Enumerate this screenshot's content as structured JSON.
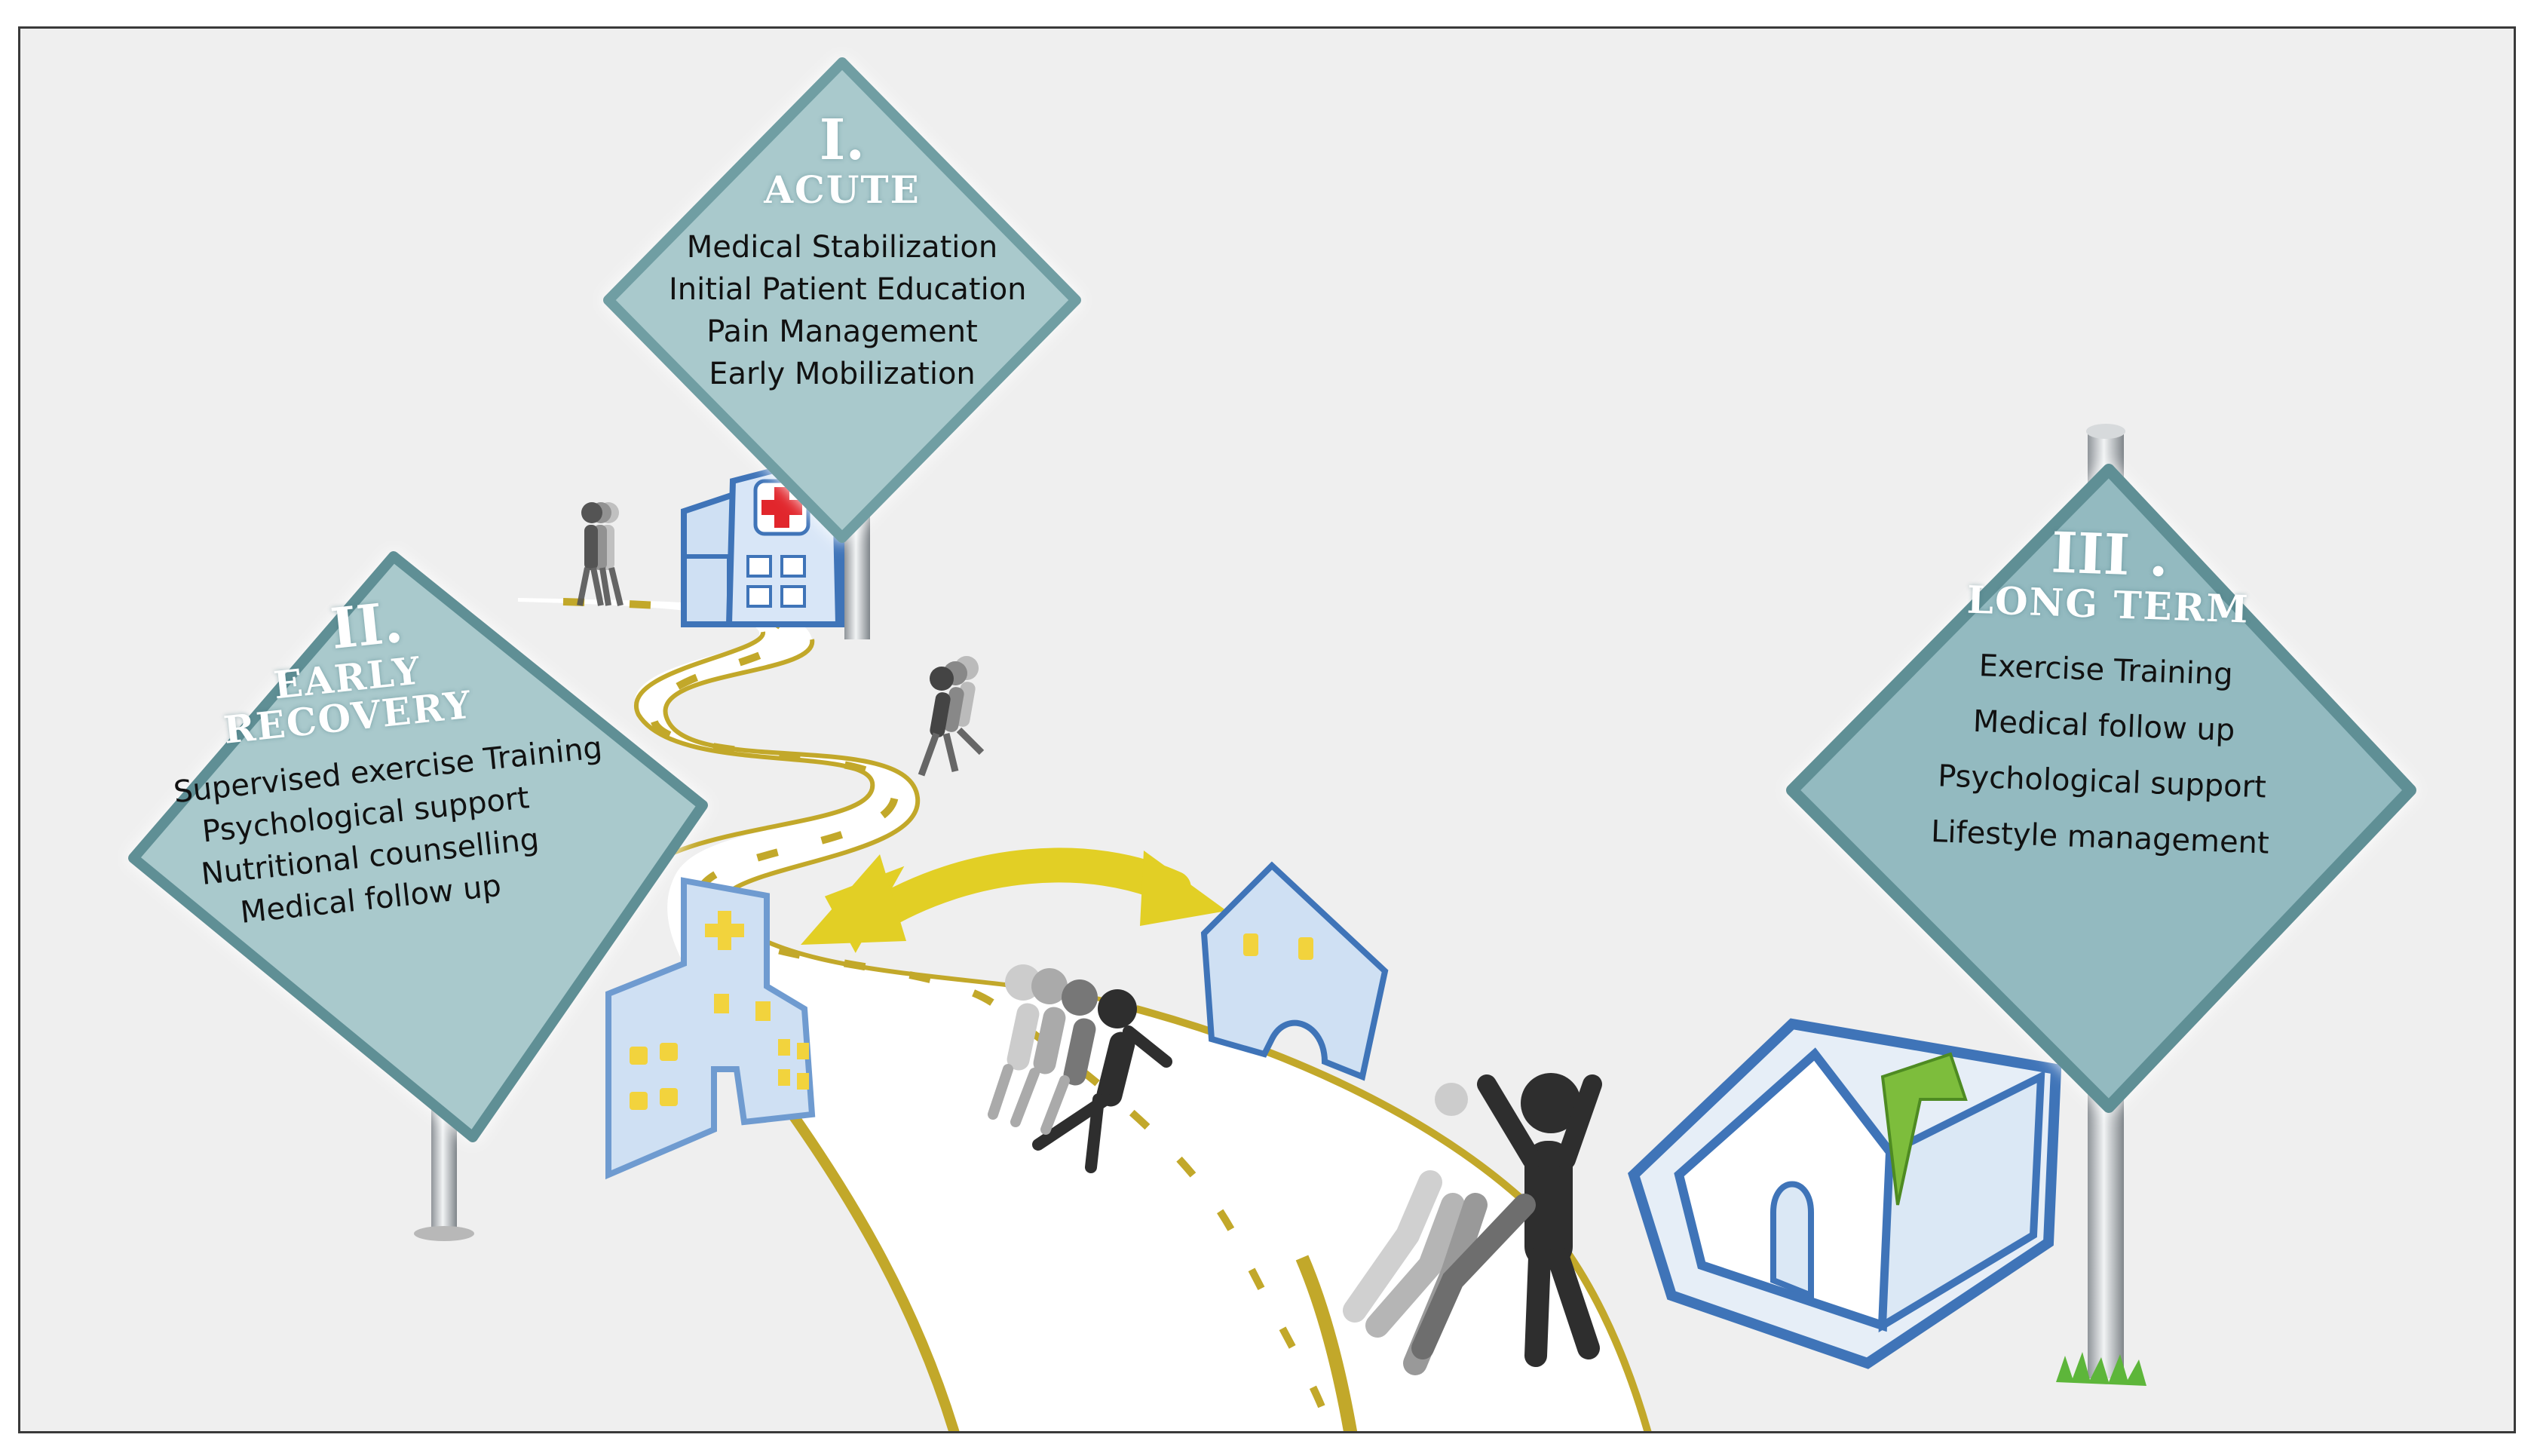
{
  "stages": {
    "acute": {
      "numeral": "I.",
      "title": "ACUTE",
      "items": [
        "Medical Stabilization",
        "Initial Patient Education",
        "Pain Management",
        "Early Mobilization"
      ]
    },
    "early_recovery": {
      "numeral": "II.",
      "title_line1": "EARLY",
      "title_line2": "RECOVERY",
      "items": [
        "Supervised exercise Training",
        "Psychological support",
        "Nutritional counselling",
        "Medical follow up"
      ]
    },
    "long_term": {
      "numeral": "III .",
      "title": "LONG TERM",
      "items": [
        "Exercise Training",
        "Medical follow up",
        "Psychological support",
        "Lifestyle management"
      ]
    }
  },
  "colors": {
    "sign_fill": "#a9c9cc",
    "sign_border": "#5f8f95",
    "road_edge": "#c2a82a",
    "arrow": "#e2cf25",
    "building_fill": "#cfe0f3",
    "building_stroke": "#3f74b8",
    "cross_red": "#e1262c",
    "window_yellow": "#f2d33d",
    "leaf_green": "#7dbd3c"
  },
  "icons": [
    "hospital-icon",
    "clinic-icon",
    "house-icon",
    "home-icon",
    "walking-people-icon",
    "double-arrow-icon",
    "grass-icon"
  ]
}
